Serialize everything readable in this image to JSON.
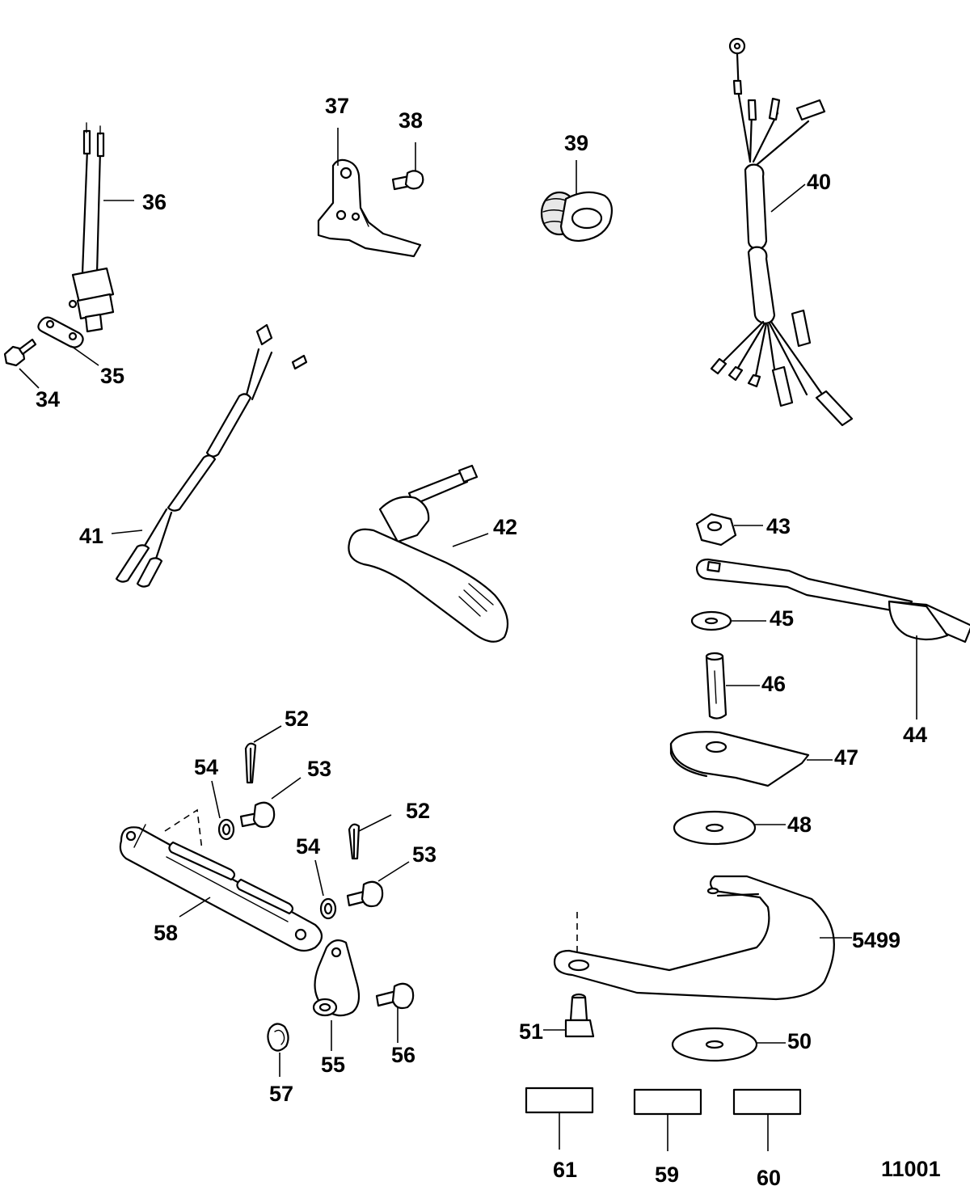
{
  "labels": {
    "p34": "34",
    "p35": "35",
    "p36": "36",
    "p37": "37",
    "p38": "38",
    "p39": "39",
    "p40": "40",
    "p41": "41",
    "p42": "42",
    "p43": "43",
    "p44": "44",
    "p45": "45",
    "p46": "46",
    "p47": "47",
    "p48": "48",
    "p50": "50",
    "p51": "51",
    "p52a": "52",
    "p52b": "52",
    "p53a": "53",
    "p53b": "53",
    "p54a": "54",
    "p54b": "54",
    "p55": "55",
    "p56": "56",
    "p57": "57",
    "p58": "58",
    "p59": "59",
    "p60": "60",
    "p61": "61",
    "p5499": "5499"
  },
  "figure_id": "11001"
}
